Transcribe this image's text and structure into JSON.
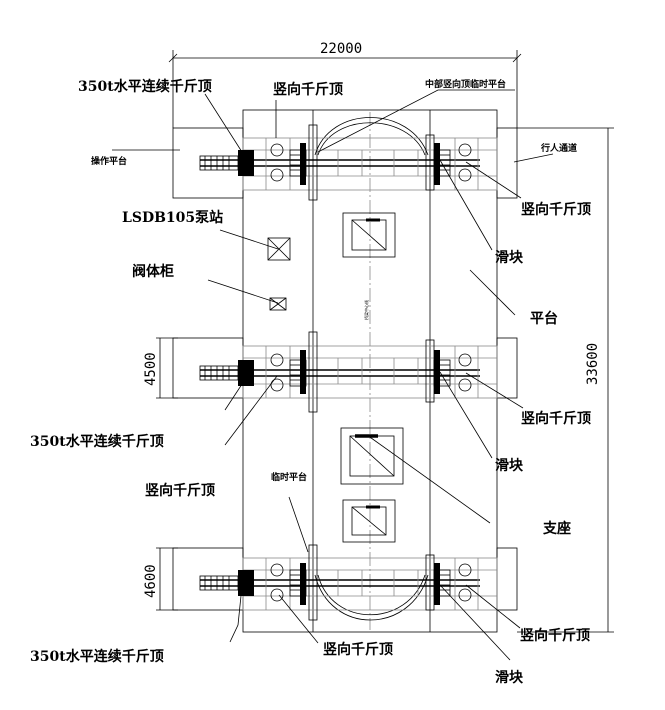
{
  "dimensions": {
    "overall_width": "22000",
    "overall_length": "33600",
    "bay_upper": "4500",
    "bay_lower": "4600"
  },
  "labels": {
    "horizontal_jack_top": "350t水平连续千斤顶",
    "horizontal_jack_mid": "350t水平连续千斤顶",
    "horizontal_jack_bottom": "350t水平连续千斤顶",
    "vertical_jack_top_left": "竖向千斤顶",
    "vertical_jack_top_right": "竖向千斤顶",
    "vertical_jack_mid_right": "竖向千斤顶",
    "vertical_jack_mid_left": "竖向千斤顶",
    "vertical_jack_bottom_mid": "竖向千斤顶",
    "vertical_jack_bottom_right": "竖向千斤顶",
    "middle_temp_platform": "中部竖向顶临时平台",
    "operating_platform": "操作平台",
    "walkway": "行人通道",
    "pump_station": "LSDB105泵站",
    "valve_cabinet": "阀体柜",
    "slider_top": "滑块",
    "slider_mid": "滑块",
    "slider_bottom": "滑块",
    "platform": "平台",
    "support": "支座",
    "temp_platform": "临时平台",
    "centerline_note": "桥梁中心线"
  }
}
